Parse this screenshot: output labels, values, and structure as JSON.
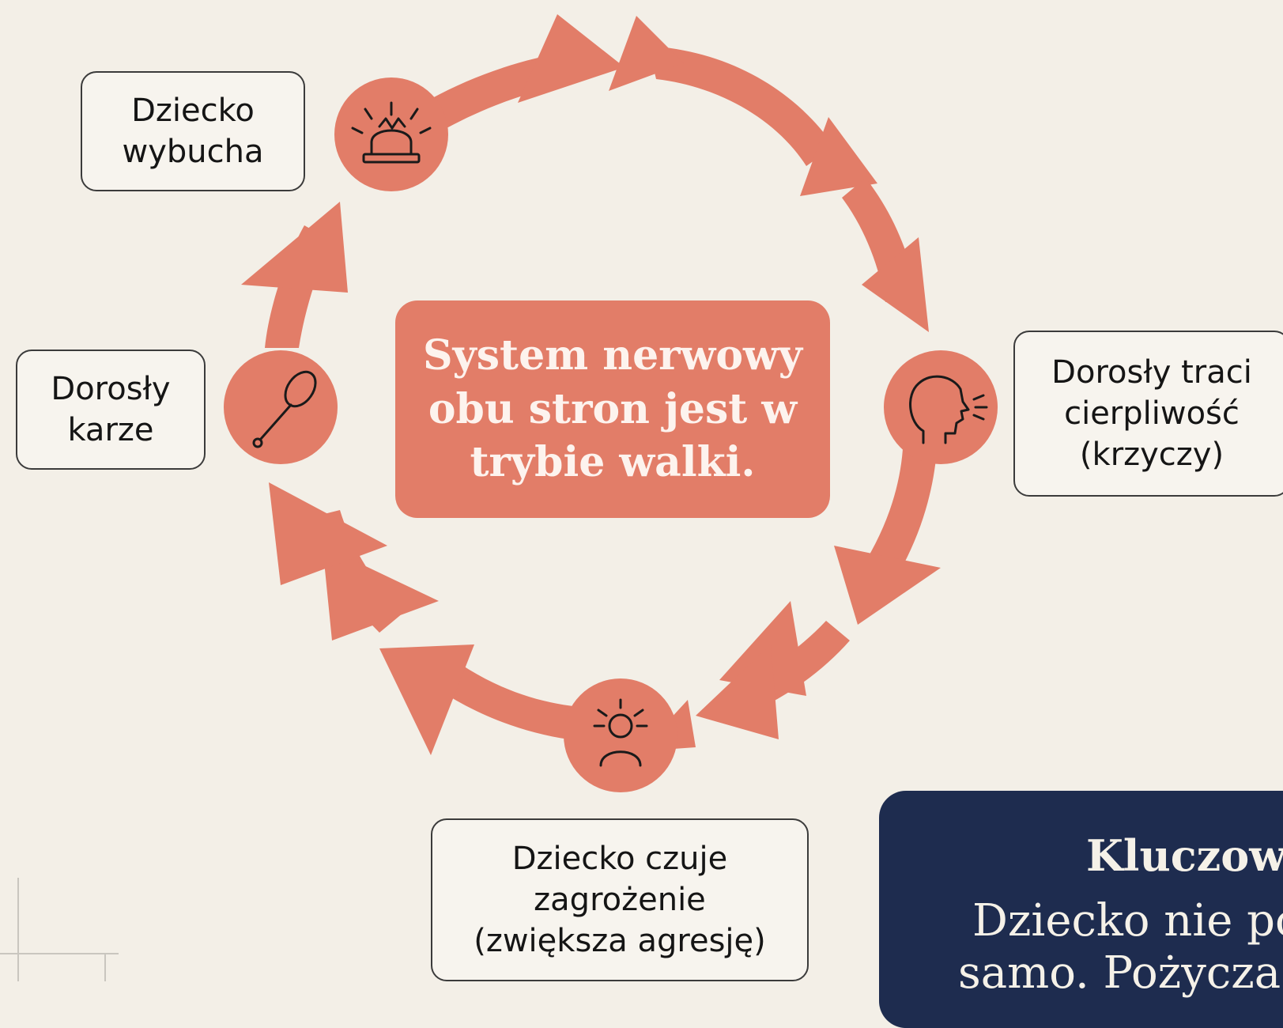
{
  "center_text": "System nerwowy\nobu stron jest w\ntrybie walki.",
  "stages": [
    {
      "label": "Dziecko\nwybucha",
      "icon": "siren-icon"
    },
    {
      "label": "Dorosły traci\ncierpliwość\n(krzyczy)",
      "icon": "shouting-head-icon"
    },
    {
      "label": "Dziecko czuje\nzagrożenie\n(zwiększa agresję)",
      "icon": "stressed-person-icon"
    },
    {
      "label": "Dorosły\nkarze",
      "icon": "wooden-spoon-icon"
    }
  ],
  "key_panel": {
    "title": "Kluczow",
    "line1": "Dziecko nie po",
    "line2": "samo. Pożycza"
  },
  "colors": {
    "background": "#f3efe7",
    "arrow": "#e27d68",
    "node": "#e27d68",
    "center_box": "#e27d68",
    "key_panel": "#1e2c4f",
    "icon_stroke": "#1a1a1a"
  }
}
